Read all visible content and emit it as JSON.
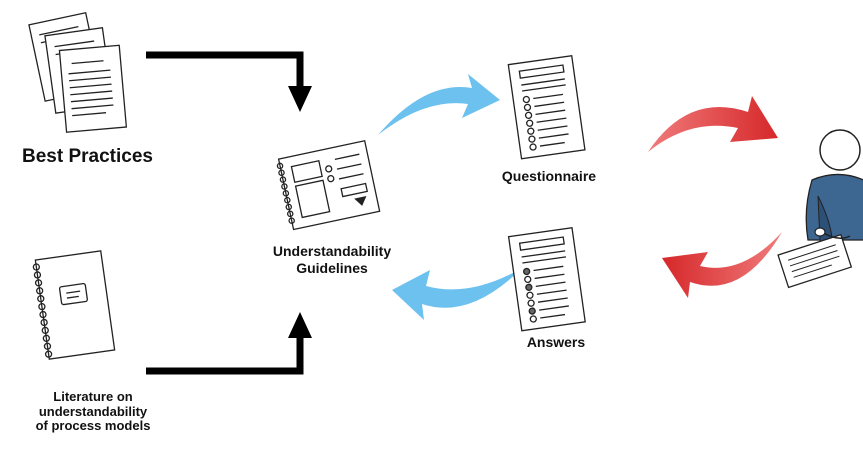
{
  "labels": {
    "best_practices": "Best Practices",
    "guidelines_line1": "Understandability",
    "guidelines_line2": "Guidelines",
    "questionnaire": "Questionnaire",
    "answers": "Answers",
    "literature_line1": "Literature on",
    "literature_line2": "understandability",
    "literature_line3": "of process models"
  },
  "colors": {
    "black_arrow": "#000000",
    "blue_arrow": "#6cc1ef",
    "red_arrow": "#d6282a",
    "person_body": "#3d6691",
    "paper": "#ffffff",
    "ink": "#222222"
  }
}
